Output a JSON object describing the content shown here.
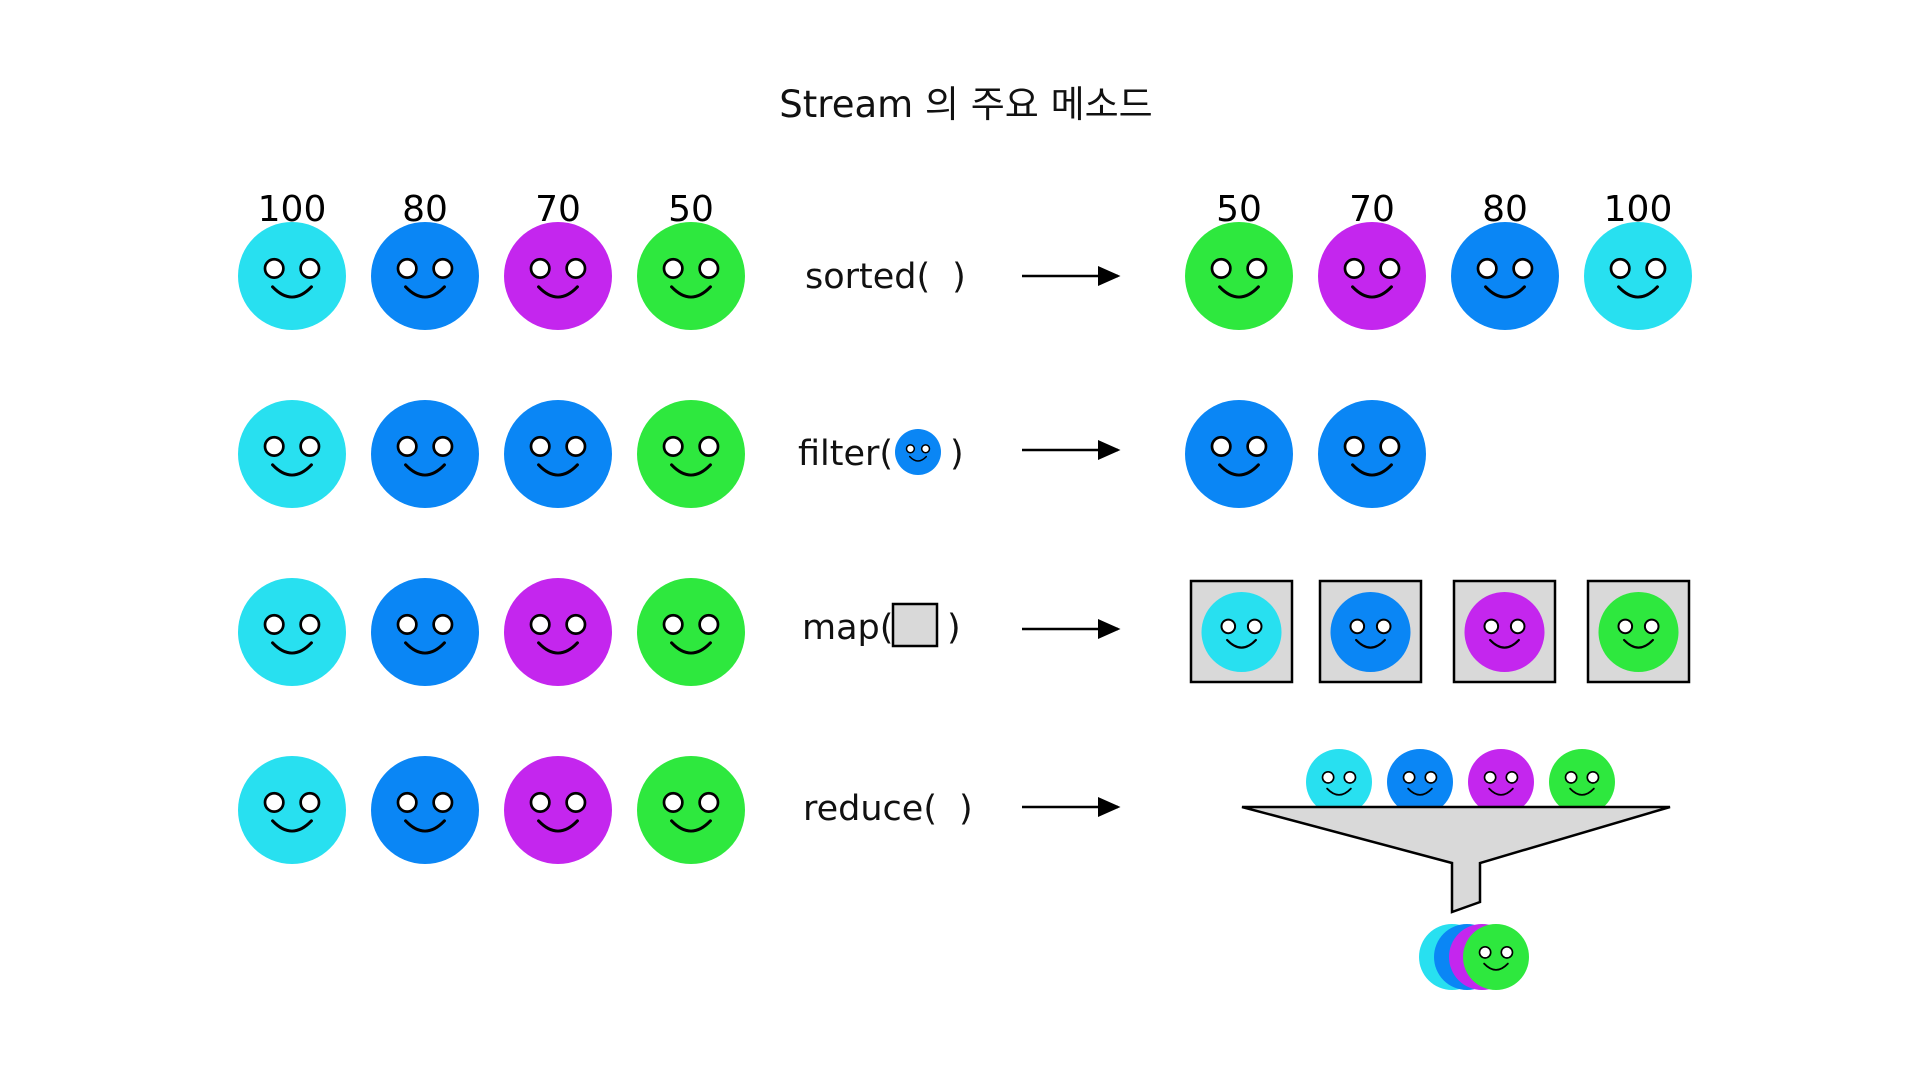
{
  "title": "Stream 의 주요 메소드",
  "colors": {
    "cyan": "#28E0F0",
    "blue": "#0A86F5",
    "purple": "#C426EE",
    "green": "#2EE83E",
    "box_fill": "#D9D9D9",
    "outline": "#000000"
  },
  "rows": [
    {
      "method_prefix": "sorted(",
      "method_suffix": ")",
      "input": [
        {
          "color": "cyan",
          "label": "100"
        },
        {
          "color": "blue",
          "label": "80"
        },
        {
          "color": "purple",
          "label": "70"
        },
        {
          "color": "green",
          "label": "50"
        }
      ],
      "output": [
        {
          "color": "green",
          "label": "50"
        },
        {
          "color": "purple",
          "label": "70"
        },
        {
          "color": "blue",
          "label": "80"
        },
        {
          "color": "cyan",
          "label": "100"
        }
      ]
    },
    {
      "method_prefix": "filter(",
      "method_suffix": ")",
      "argument": "blue-face-icon",
      "input": [
        {
          "color": "cyan"
        },
        {
          "color": "blue"
        },
        {
          "color": "blue"
        },
        {
          "color": "green"
        }
      ],
      "output": [
        {
          "color": "blue"
        },
        {
          "color": "blue"
        }
      ]
    },
    {
      "method_prefix": "map(",
      "method_suffix": ")",
      "argument": "gray-box-icon",
      "input": [
        {
          "color": "cyan"
        },
        {
          "color": "blue"
        },
        {
          "color": "purple"
        },
        {
          "color": "green"
        }
      ],
      "output": [
        {
          "color": "cyan"
        },
        {
          "color": "blue"
        },
        {
          "color": "purple"
        },
        {
          "color": "green"
        }
      ]
    },
    {
      "method_prefix": "reduce(",
      "method_suffix": ")",
      "input": [
        {
          "color": "cyan"
        },
        {
          "color": "blue"
        },
        {
          "color": "purple"
        },
        {
          "color": "green"
        }
      ],
      "funnel_input": [
        {
          "color": "cyan"
        },
        {
          "color": "blue"
        },
        {
          "color": "purple"
        },
        {
          "color": "green"
        }
      ],
      "funnel_output": [
        {
          "color": "cyan"
        },
        {
          "color": "blue"
        },
        {
          "color": "purple"
        },
        {
          "color": "green"
        }
      ]
    }
  ]
}
